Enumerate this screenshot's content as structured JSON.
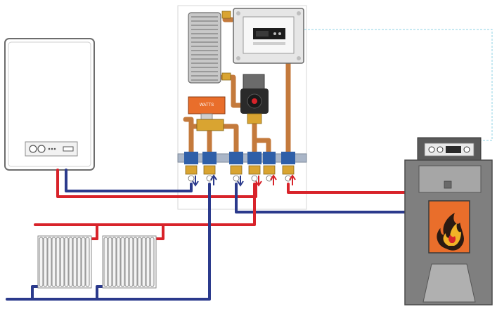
{
  "colors": {
    "flow_red": "#d8232a",
    "return_blue": "#2b3a8c",
    "copper": "#c47a3c",
    "copper_dark": "#8a4f22",
    "brass": "#d9a431",
    "fitting_blue": "#2f5fa8",
    "flame_orange": "#e96e2b",
    "stove_grey": "#7f7f7f",
    "panel_grey": "#efefef"
  },
  "components": {
    "gas_boiler": "wall-hung-gas-boiler",
    "control_unit": "hydraulic-control-box",
    "pump": "circulation-pump",
    "mixing_valve": "three-way-mixing-valve",
    "heat_exchanger": "plate-heat-exchanger",
    "solid_fuel_stove": "pellet-stove-with-flame-window",
    "radiators": [
      "radiator-left",
      "radiator-right"
    ]
  },
  "labels": {
    "valve_label": "WATTS"
  },
  "icons": [
    "flame-icon",
    "flow-arrow-icon",
    "return-arrow-icon"
  ]
}
